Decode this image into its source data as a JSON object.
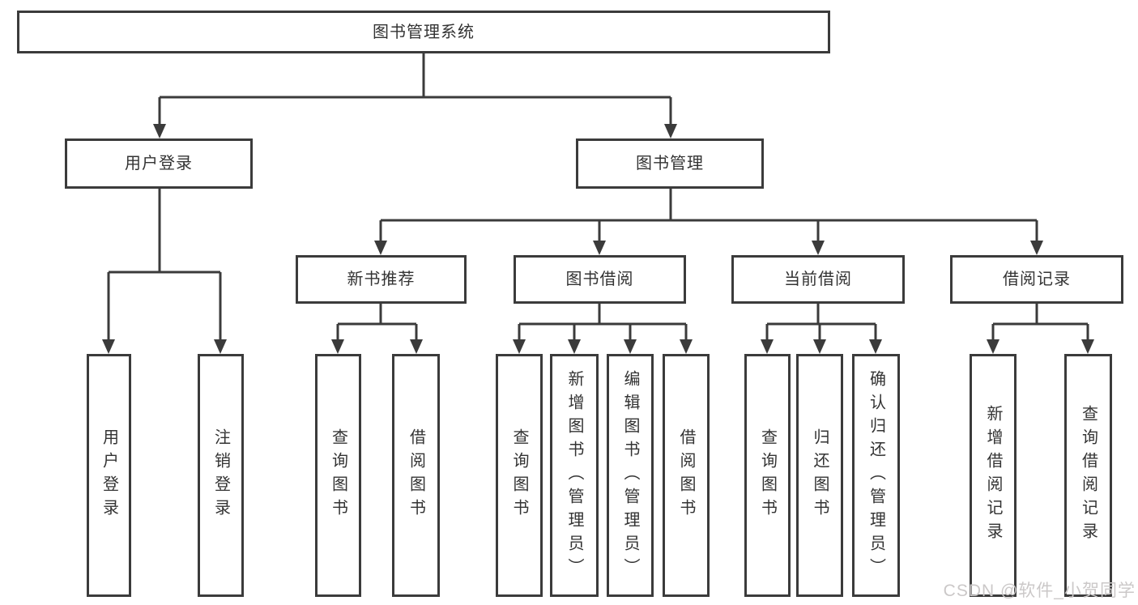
{
  "diagram": {
    "type": "tree",
    "root": {
      "label": "图书管理系统",
      "children": [
        {
          "label": "用户登录",
          "children": [
            {
              "label": "用户登录"
            },
            {
              "label": "注销登录"
            }
          ]
        },
        {
          "label": "图书管理",
          "children": [
            {
              "label": "新书推荐",
              "children": [
                {
                  "label": "查询图书"
                },
                {
                  "label": "借阅图书"
                }
              ]
            },
            {
              "label": "图书借阅",
              "children": [
                {
                  "label": "查询图书"
                },
                {
                  "label": "新增图书（管理员）"
                },
                {
                  "label": "编辑图书（管理员）"
                },
                {
                  "label": "借阅图书"
                }
              ]
            },
            {
              "label": "当前借阅",
              "children": [
                {
                  "label": "查询图书"
                },
                {
                  "label": "归还图书"
                },
                {
                  "label": "确认归还（管理员）"
                }
              ]
            },
            {
              "label": "借阅记录",
              "children": [
                {
                  "label": "新增借阅记录"
                },
                {
                  "label": "查询借阅记录"
                }
              ]
            }
          ]
        }
      ]
    }
  },
  "watermark": "CSDN @软件_小贺同学",
  "colors": {
    "line": "#3b3b3b",
    "text": "#333333",
    "box_fill": "#ffffff",
    "background": "#ffffff",
    "watermark": "#cbc8c8"
  }
}
